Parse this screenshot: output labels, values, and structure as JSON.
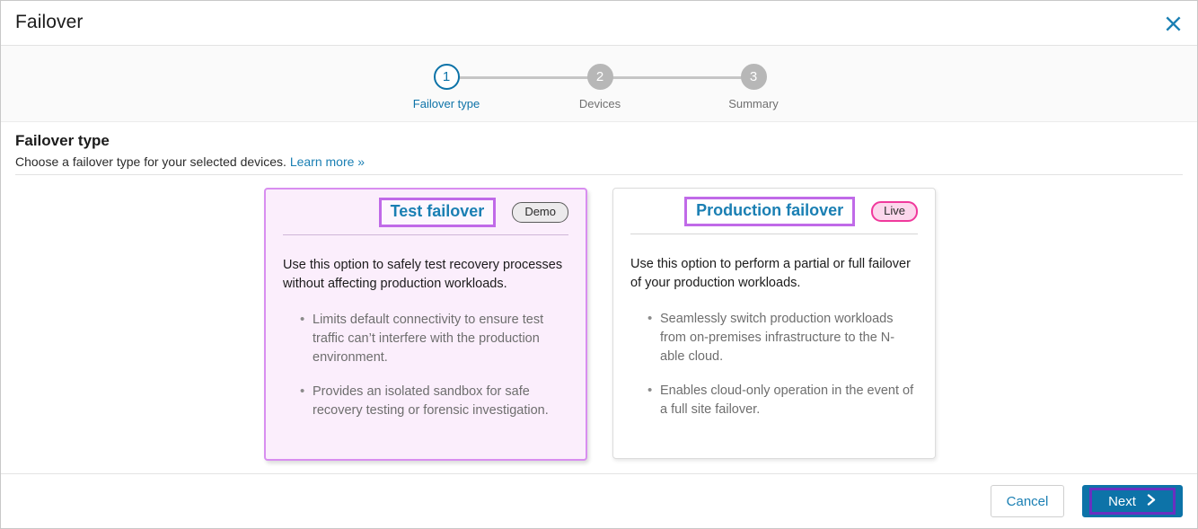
{
  "window": {
    "title": "Failover",
    "close_icon": "close-x-icon"
  },
  "stepper": {
    "steps": [
      {
        "number": "1",
        "label": "Failover type",
        "state": "active"
      },
      {
        "number": "2",
        "label": "Devices",
        "state": "inactive"
      },
      {
        "number": "3",
        "label": "Summary",
        "state": "inactive"
      }
    ]
  },
  "section": {
    "title": "Failover type",
    "subtitle": "Choose a failover type for your selected devices.",
    "learn_more": "Learn more »"
  },
  "cards": [
    {
      "id": "test-failover",
      "title": "Test failover",
      "badge": "Demo",
      "badge_kind": "demo",
      "selected": true,
      "intro": "Use this option to safely test recovery processes without affecting production workloads.",
      "bullets": [
        "Limits default connectivity to ensure test traffic can’t interfere with the production environment.",
        "Provides an isolated sandbox for safe recovery testing or forensic investigation."
      ]
    },
    {
      "id": "production-failover",
      "title": "Production failover",
      "badge": "Live",
      "badge_kind": "live",
      "selected": false,
      "intro": "Use this option to perform a partial or full failover of your production workloads.",
      "bullets": [
        "Seamlessly switch production workloads from on-premises infrastructure to the N-able cloud.",
        "Enables cloud-only operation in the event of a full site failover."
      ]
    }
  ],
  "footer": {
    "cancel_label": "Cancel",
    "next_label": "Next",
    "next_icon": "chevron-right-icon"
  },
  "colors": {
    "accent_blue": "#0d73a8",
    "link_blue": "#1a7fb3",
    "highlight_purple": "#c06ae8",
    "selected_card_bg": "#fbeefc",
    "live_pink": "#f0399c",
    "next_outline_purple": "#6a30c0"
  }
}
